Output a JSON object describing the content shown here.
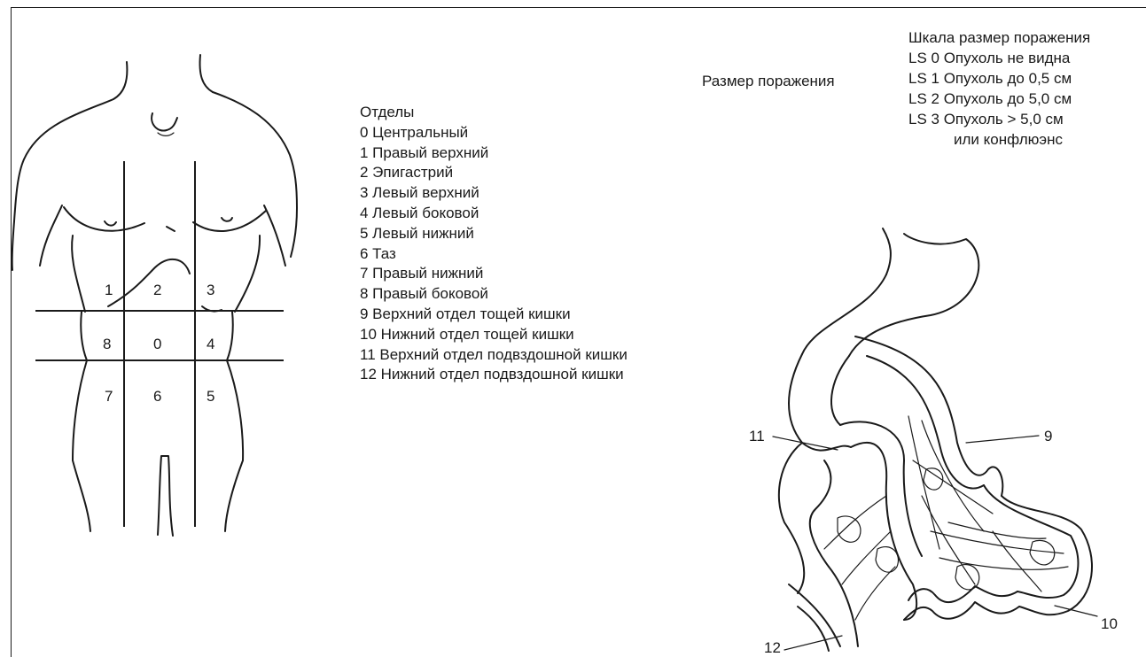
{
  "regions": [
    "1",
    "2",
    "3",
    "8",
    "0",
    "4",
    "7",
    "6",
    "5"
  ],
  "sections": {
    "title": "Отделы",
    "items": [
      "0  Центральный",
      "1  Правый верхний",
      "2  Эпигастрий",
      "3  Левый верхний",
      "4  Левый боковой",
      "5  Левый нижний",
      "6  Таз",
      "7  Правый нижний",
      "8  Правый боковой",
      "9  Верхний отдел тощей кишки",
      "10 Нижний отдел тощей кишки",
      "11 Верхний отдел подвздошной кишки",
      "12 Нижний отдел подвздошной кишки"
    ]
  },
  "lesion_size_label": "Размер поражения",
  "lesion_scale": {
    "title": "Шкала размер поражения",
    "items": [
      "LS 0 Опухоль не видна",
      "LS 1 Опухоль до 0,5 см",
      "LS 2 Опухоль до 5,0 см",
      "LS 3 Опухоль > 5,0 см"
    ],
    "continuation": "или конфлюэнс"
  },
  "callouts": {
    "c11": "11",
    "c9": "9",
    "c12": "12",
    "c10": "10"
  }
}
